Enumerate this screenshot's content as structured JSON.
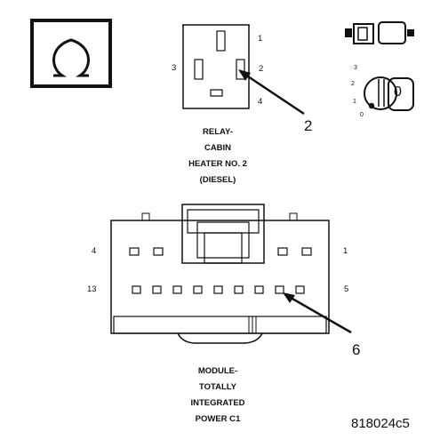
{
  "symbol": {
    "icon": "omega-icon",
    "glyph": "Ω"
  },
  "relay": {
    "pin_labels": {
      "p1": "1",
      "p2": "2",
      "p3": "3",
      "p4": "4"
    },
    "caption": [
      "RELAY-",
      "CABIN",
      "HEATER NO. 2",
      "(DIESEL)"
    ],
    "callout": "2"
  },
  "ignition": {
    "key_positions": [
      "3",
      "2",
      "1",
      "0"
    ],
    "key_face_label": "0"
  },
  "module": {
    "pin_labels": {
      "top_left": "4",
      "top_right": "1",
      "bottom_left": "13",
      "bottom_right": "5"
    },
    "caption": [
      "MODULE-",
      "TOTALLY",
      "INTEGRATED",
      "POWER C1"
    ],
    "callout": "6"
  },
  "figure_id": "818024c5"
}
